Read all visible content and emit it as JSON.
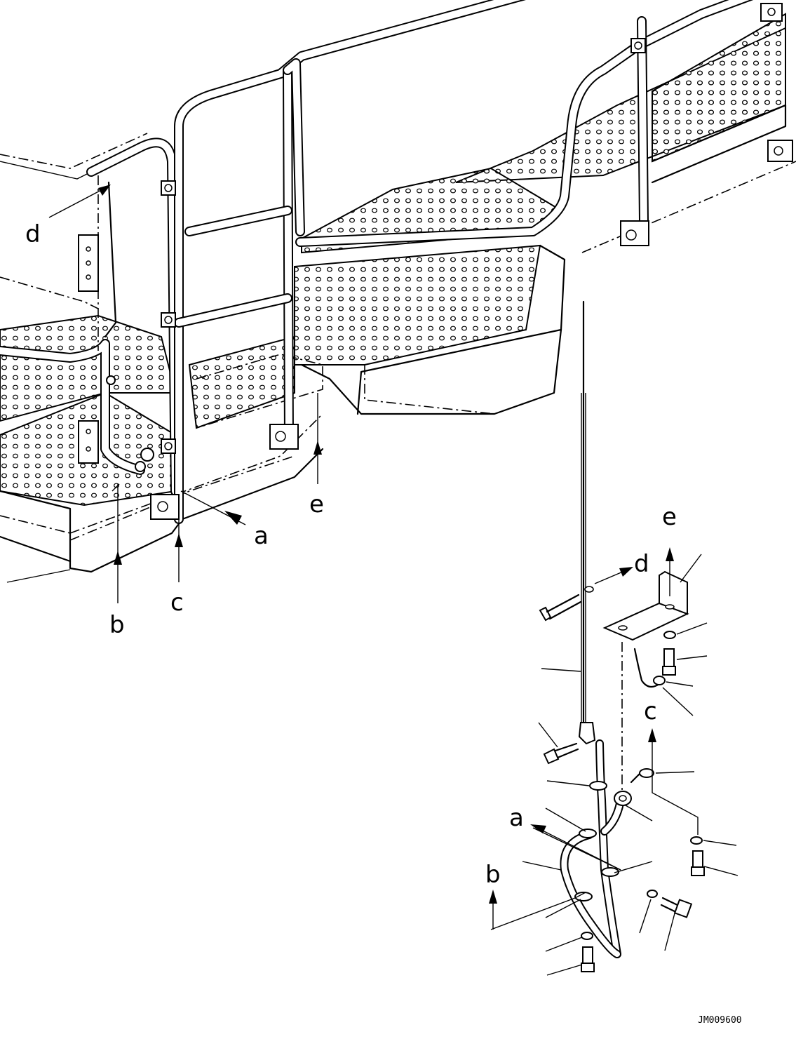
{
  "labels": {
    "a": "a",
    "b": "b",
    "c": "c",
    "d": "d",
    "e": "e"
  },
  "drawing_code": "JM009600"
}
